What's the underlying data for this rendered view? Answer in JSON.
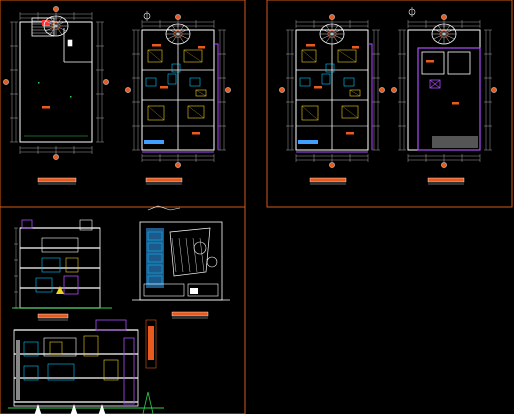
{
  "drawing": {
    "background": "#000000",
    "colors": {
      "sheet_frame": "#d25a16",
      "walls": "#ffffff",
      "dimension": "#c8c8c8",
      "furniture": "#f0d020",
      "fixtures": "#00c8ff",
      "accent": "#b04cff",
      "label_fill": "#e85a1e",
      "green": "#30d050",
      "red": "#ff3030"
    },
    "sheets": [
      {
        "id": "ground-and-first-floor-plans",
        "drawings": [
          "plan-ground",
          "plan-first"
        ]
      },
      {
        "id": "second-and-roof-plans",
        "drawings": [
          "plan-second",
          "plan-roof"
        ]
      },
      {
        "id": "section-and-elevation",
        "drawings": [
          "section-a",
          "front-elevation"
        ]
      },
      {
        "id": "longitudinal-section",
        "drawings": [
          "section-b"
        ]
      }
    ],
    "icons": [
      "north-arrow-icon",
      "section-marker-icon",
      "spiral-stair-icon",
      "tree-icon",
      "person-icon",
      "car-icon"
    ]
  }
}
